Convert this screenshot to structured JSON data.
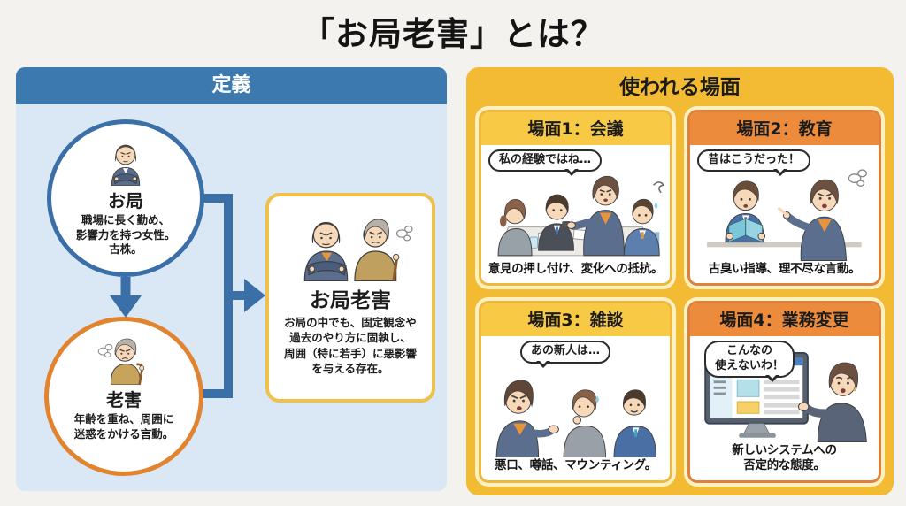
{
  "title": "「お局老害」とは？",
  "colors": {
    "page_bg": "#f4f2ee",
    "definition_header_blue": "#3c79af",
    "definition_body_blue": "#d9e8f4",
    "connector_blue": "#3a6fa8",
    "otsubone_circle_border": "#3a6fa8",
    "rougai_circle_border": "#e2832f",
    "result_box_border": "#f0c14a",
    "usage_panel_gold": "#f3ba34",
    "card_yellow_header": "#f8c945",
    "card_orange_header": "#ec8b3c",
    "card_rim_cream": "#fdf1c2"
  },
  "definition": {
    "header": "定義",
    "otsubone": {
      "title": "お局",
      "desc": "職場に長く勤め、\n影響力を持つ女性。\n古株。"
    },
    "rougai": {
      "title": "老害",
      "desc": "年齢を重ね、周囲に\n迷惑をかける言動。"
    },
    "combined": {
      "title": "お局老害",
      "desc": "お局の中でも、固定観念や\n過去のやり方に固執し、\n周囲（特に若手）に悪影響\nを与える存在。"
    }
  },
  "usage": {
    "header": "使われる場面",
    "scenes": [
      {
        "title": "場面1：会議",
        "bubble": "私の経験ではね…",
        "caption": "意見の押し付け、変化への抵抗。"
      },
      {
        "title": "場面2：教育",
        "bubble": "昔はこうだった！",
        "caption": "古臭い指導、理不尽な言動。"
      },
      {
        "title": "場面3：雑談",
        "bubble": "あの新人は…",
        "caption": "悪口、噂話、マウンティング。"
      },
      {
        "title": "場面4：業務変更",
        "bubble": "こんなの\n使えないわ！",
        "caption": "新しいシステムへの\n否定的な態度。"
      }
    ]
  }
}
